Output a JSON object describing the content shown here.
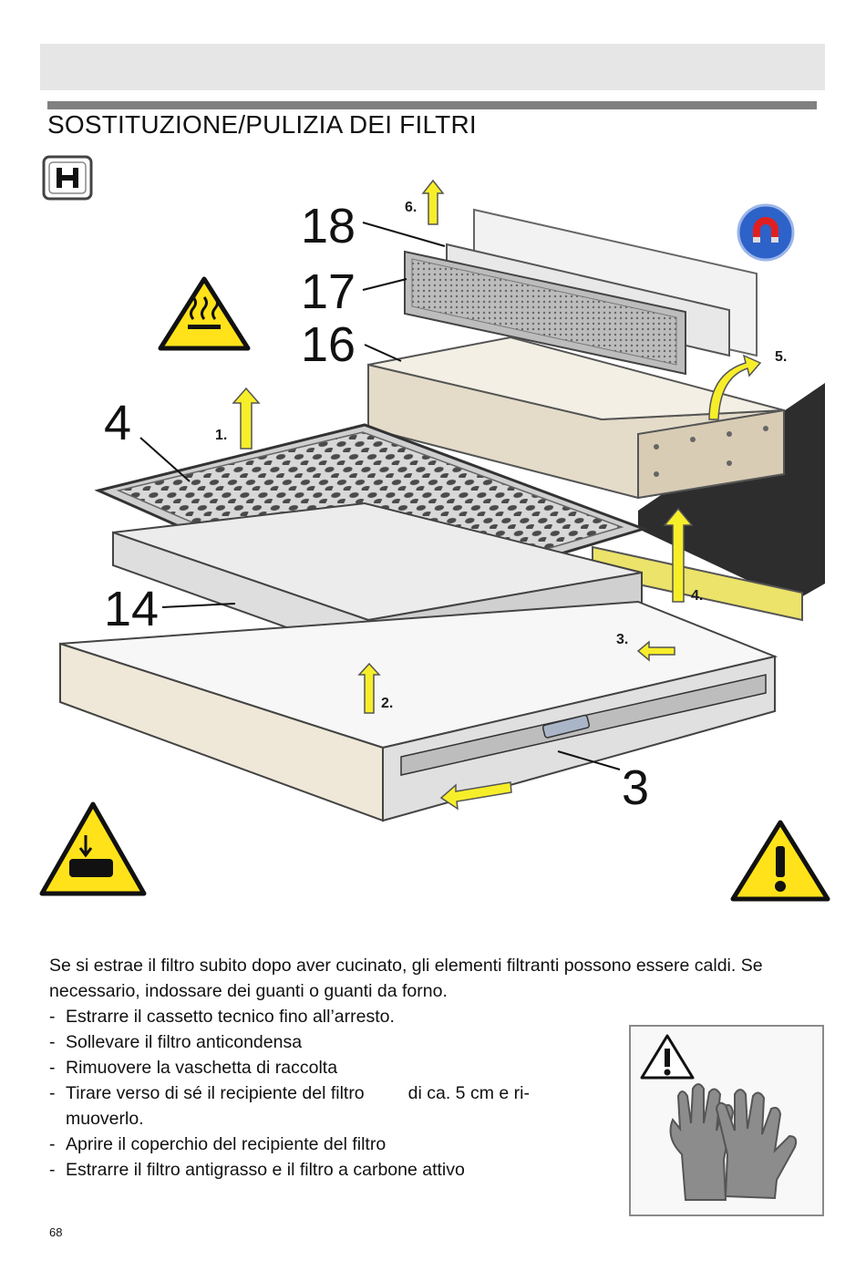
{
  "page": {
    "title": "SOSTITUZIONE/PULIZIA DEI FILTRI",
    "page_number": "68"
  },
  "figure": {
    "callouts": [
      "18",
      "17",
      "16",
      "4",
      "14",
      "3"
    ],
    "steps": [
      "1.",
      "2.",
      "3.",
      "4.",
      "5.",
      "6."
    ],
    "icons": [
      "tools-icon",
      "magnet-icon",
      "hot-surface-warning-icon",
      "hand-crush-warning-icon",
      "general-warning-icon"
    ]
  },
  "body": {
    "intro": "Se si estrae il filtro subito dopo aver cucinato, gli elementi filtranti possono essere caldi. Se necessario, indossare dei guanti o guanti da forno.",
    "steps": [
      {
        "text": "Estrarre il cassetto tecnico fino all’arresto."
      },
      {
        "text": "Sollevare il filtro anticondensa"
      },
      {
        "text": "Rimuovere la vaschetta di raccolta"
      },
      {
        "text": "Tirare verso di sé il recipiente del filtro",
        "text2": "di ca. 5 cm e ri-",
        "text3": "muoverlo."
      },
      {
        "text": "Aprire il coperchio del recipiente del filtro"
      },
      {
        "text": "Estrarre il filtro antigrasso e il filtro a carbone attivo"
      }
    ],
    "dash": "-"
  },
  "gloves_panel": {
    "icons": [
      "caution-icon",
      "gloves-icon"
    ]
  }
}
